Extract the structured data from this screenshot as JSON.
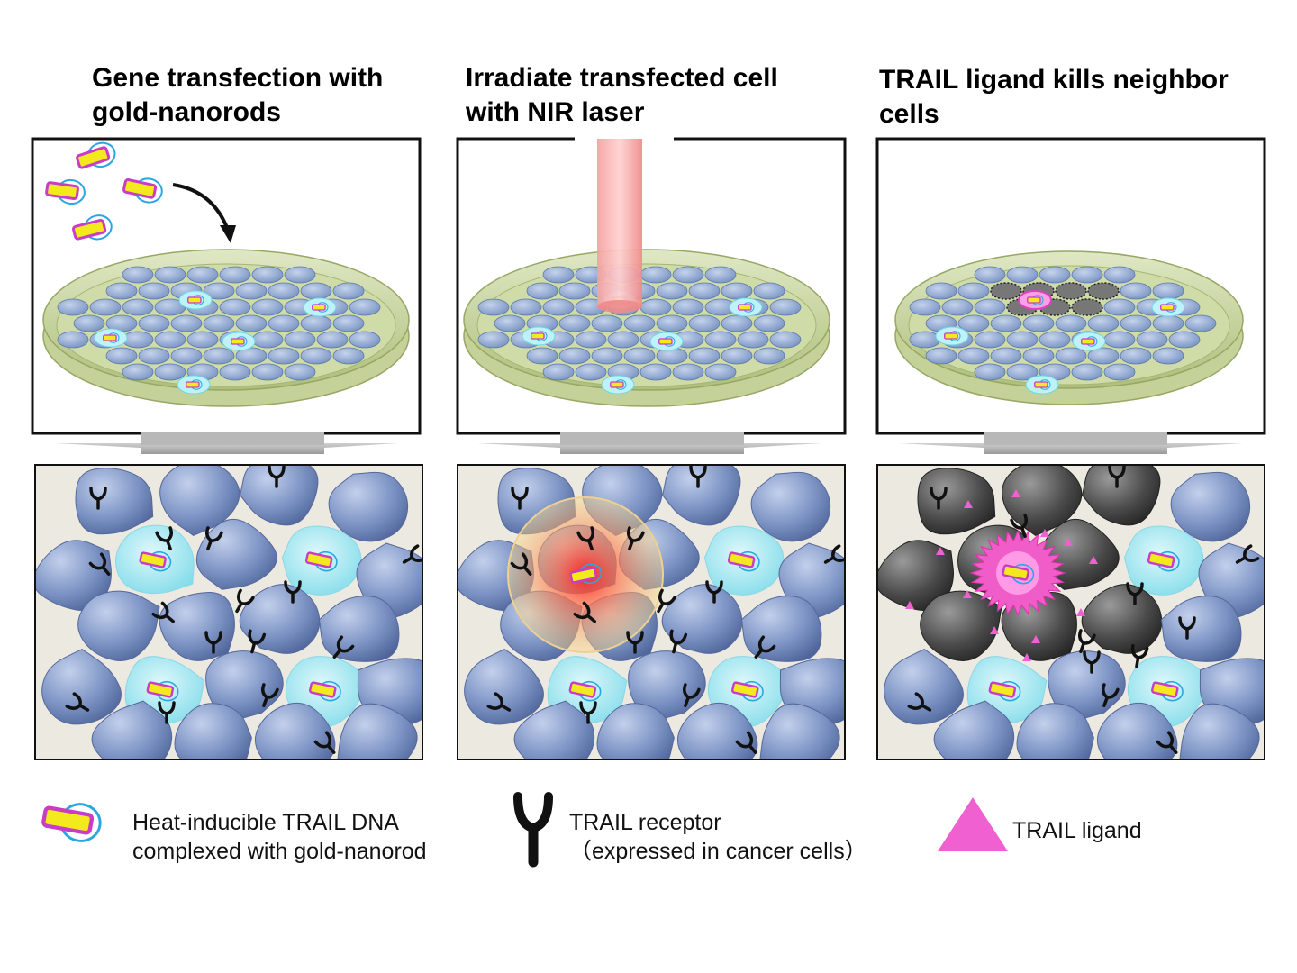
{
  "panels": [
    {
      "title_line1": "Gene transfection with",
      "title_line2": "gold-nanorods"
    },
    {
      "title_line1": "Irradiate transfected cell",
      "title_line2": "with NIR laser"
    },
    {
      "title_line1": "TRAIL ligand kills neighbor",
      "title_line2": "cells"
    }
  ],
  "legend": {
    "nanorod": {
      "line1": "Heat-inducible TRAIL DNA",
      "line2": "complexed with gold-nanorod"
    },
    "receptor": {
      "line1": "TRAIL receptor",
      "line2": "（expressed in cancer cells）"
    },
    "ligand": {
      "label": "TRAIL ligand"
    }
  },
  "colors": {
    "cell_blue": "#7f96c6",
    "transfected_cyan": "#8fe3ef",
    "dead_cell": "#4a4a4a",
    "ligand_pink": "#f060d0",
    "dish_green": "#b9c98a",
    "laser_red": "#f08080",
    "nanorod_yellow": "#f2ea1c",
    "nanorod_outline": "#c83cc8",
    "plasmid_ring": "#2aa7e0"
  },
  "icons": [
    "nanorod-plasmid-icon",
    "trail-receptor-icon",
    "trail-ligand-icon",
    "curved-arrow-icon",
    "laser-beam-icon",
    "petri-dish-icon"
  ]
}
